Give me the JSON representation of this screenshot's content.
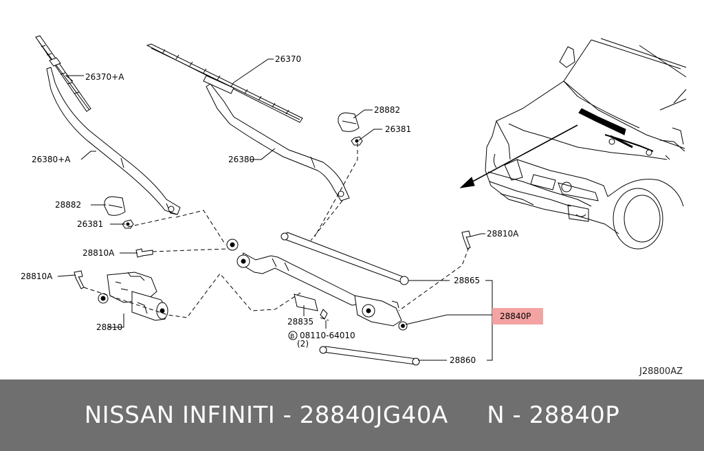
{
  "labels": {
    "blade_lh": "26370+A",
    "blade_rh": "26370",
    "arm_lh": "26380+A",
    "arm_rh": "26380",
    "cap_1": "28882",
    "cap_2": "28882",
    "nut_1": "26381",
    "nut_2": "26381",
    "bolt_1": "28810A",
    "bolt_2": "28810A",
    "bolt_3": "28810A",
    "motor": "28810",
    "bracket": "28835",
    "screw_prefix": "B",
    "screw": "08110-64010",
    "screw_qty": "(2)",
    "rod_upper": "28865",
    "linkage": "28840P",
    "rod_lower": "28860",
    "diagram_code": "J28800AZ"
  },
  "colors": {
    "highlight": "#f4a3a3",
    "line": "#000000",
    "footer_bg": "#6f6f6f",
    "footer_text": "#ffffff"
  },
  "footer": {
    "brand": "NISSAN INFINITI",
    "oem_number": "28840JG40A",
    "alt_number": "N - 28840P",
    "text": "NISSAN INFINITI - 28840JG40A     N - 28840P"
  }
}
